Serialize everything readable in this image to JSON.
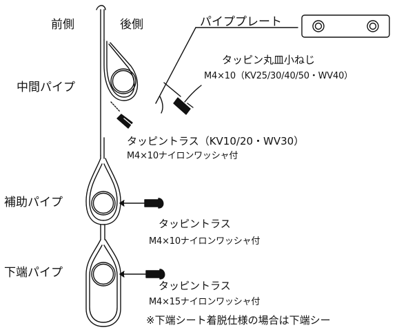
{
  "labels": {
    "front": "前側",
    "rear": "後側",
    "middle_pipe": "中間パイプ",
    "aux_pipe": "補助パイプ",
    "bottom_pipe": "下端パイプ",
    "pipe_plate": "パイププレート"
  },
  "callouts": {
    "pan_screw_title": "タッピン丸皿小ねじ",
    "pan_screw_spec": "M4×10（KV25/30/40/50・WV40）",
    "truss_mid_title": "タッピントラス（KV10/20・WV30）",
    "truss_mid_spec": "M4×10ナイロンワッシャ付",
    "truss_aux_title": "タッピントラス",
    "truss_aux_spec": "M4×10ナイロンワッシャ付",
    "truss_bottom_title": "タッピントラス",
    "truss_bottom_spec": "M4×15ナイロンワッシャ付",
    "note": "※下端シート着脱仕様の場合は下端シー"
  },
  "colors": {
    "line": "#111111",
    "background": "#ffffff"
  }
}
